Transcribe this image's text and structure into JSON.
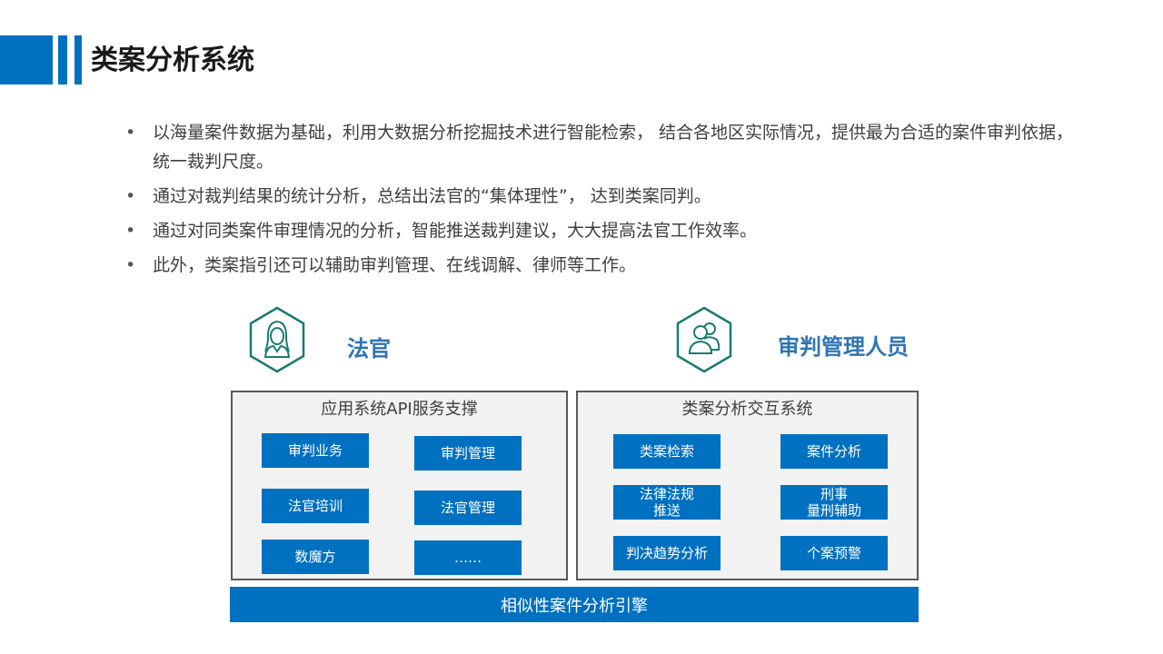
{
  "page": {
    "title": "类案分析系统"
  },
  "bullets": [
    "以海量案件数据为基础，利用大数据分析挖掘技术进行智能检索， 结合各地区实际情况，提供最为合适的案件审判依据，统一裁判尺度。",
    "通过对裁判结果的统计分析，总结出法官的“集体理性”， 达到类案同判。",
    "通过对同类案件审理情况的分析，智能推送裁判建议，大大提高法官工作效率。",
    "此外，类案指引还可以辅助审判管理、在线调解、律师等工作。"
  ],
  "roles": {
    "judge": {
      "label": "法官",
      "icon": "judge-icon"
    },
    "manager": {
      "label": "审判管理人员",
      "icon": "users-icon"
    }
  },
  "left_panel": {
    "title": "应用系统API服务支撑",
    "modules": [
      "审判业务",
      "审判管理",
      "法官培训",
      "法官管理",
      "数魔方",
      "……"
    ]
  },
  "right_panel": {
    "title": "类案分析交互系统",
    "modules": [
      "类案检索",
      "案件分析",
      "法律法规\n推送",
      "刑事\n量刑辅助",
      "判决趋势分析",
      "个案预警"
    ]
  },
  "engine": {
    "label": "相似性案件分析引擎"
  },
  "colors": {
    "accent": "#0070c0",
    "role_text": "#2e74b5",
    "icon_teal": "#1a7a73"
  }
}
